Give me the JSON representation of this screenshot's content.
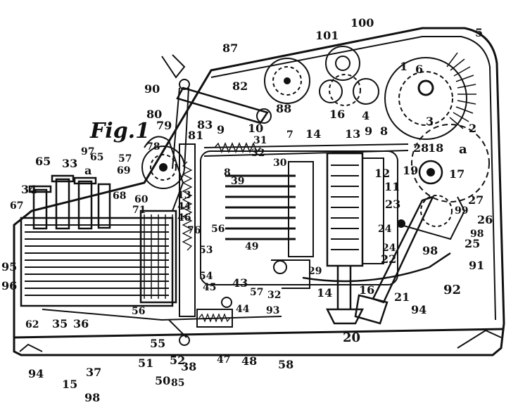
{
  "figure": {
    "title": "Fig.1",
    "ink_color": "#111111",
    "paper_color": "#ffffff"
  },
  "labels": [
    {
      "id": "l100",
      "text": "100"
    },
    {
      "id": "l101",
      "text": "101"
    },
    {
      "id": "l5",
      "text": "5"
    },
    {
      "id": "l1",
      "text": "1"
    },
    {
      "id": "l6",
      "text": "6"
    },
    {
      "id": "l3",
      "text": "3"
    },
    {
      "id": "l2",
      "text": "2"
    },
    {
      "id": "l87",
      "text": "87"
    },
    {
      "id": "l82",
      "text": "82"
    },
    {
      "id": "l90",
      "text": "90"
    },
    {
      "id": "l88",
      "text": "88"
    },
    {
      "id": "l80",
      "text": "80"
    },
    {
      "id": "l83",
      "text": "83"
    },
    {
      "id": "l79",
      "text": "79"
    },
    {
      "id": "l81",
      "text": "81"
    },
    {
      "id": "l9a",
      "text": "9"
    },
    {
      "id": "l10",
      "text": "10"
    },
    {
      "id": "l31",
      "text": "31"
    },
    {
      "id": "l7",
      "text": "7"
    },
    {
      "id": "l14a",
      "text": "14"
    },
    {
      "id": "l16a",
      "text": "16"
    },
    {
      "id": "l13a",
      "text": "13"
    },
    {
      "id": "l4",
      "text": "4"
    },
    {
      "id": "l9b",
      "text": "9"
    },
    {
      "id": "l8a",
      "text": "8"
    },
    {
      "id": "l18",
      "text": "18"
    },
    {
      "id": "la1",
      "text": "a"
    },
    {
      "id": "l28",
      "text": "28"
    },
    {
      "id": "l19",
      "text": "19"
    },
    {
      "id": "l17",
      "text": "17"
    },
    {
      "id": "l32a",
      "text": "32"
    },
    {
      "id": "l30",
      "text": "30"
    },
    {
      "id": "l12",
      "text": "12"
    },
    {
      "id": "l11",
      "text": "11"
    },
    {
      "id": "l8b",
      "text": "8"
    },
    {
      "id": "l39",
      "text": "39"
    },
    {
      "id": "l78",
      "text": "78"
    },
    {
      "id": "l57a",
      "text": "57"
    },
    {
      "id": "l69",
      "text": "69"
    },
    {
      "id": "l65a",
      "text": "65"
    },
    {
      "id": "l33",
      "text": "33"
    },
    {
      "id": "l97",
      "text": "97"
    },
    {
      "id": "l65b",
      "text": "65"
    },
    {
      "id": "la2",
      "text": "a"
    },
    {
      "id": "l34",
      "text": "34"
    },
    {
      "id": "l67",
      "text": "67"
    },
    {
      "id": "l68",
      "text": "68"
    },
    {
      "id": "l60",
      "text": "60"
    },
    {
      "id": "l71",
      "text": "71"
    },
    {
      "id": "l13b",
      "text": "13"
    },
    {
      "id": "l44a",
      "text": "44"
    },
    {
      "id": "l46",
      "text": "46"
    },
    {
      "id": "l76",
      "text": "76"
    },
    {
      "id": "l56a",
      "text": "56"
    },
    {
      "id": "l53",
      "text": "53"
    },
    {
      "id": "l49",
      "text": "49"
    },
    {
      "id": "l23",
      "text": "23"
    },
    {
      "id": "l24a",
      "text": "24"
    },
    {
      "id": "l27",
      "text": "27"
    },
    {
      "id": "l99",
      "text": "99"
    },
    {
      "id": "l26",
      "text": "26"
    },
    {
      "id": "l98a",
      "text": "98"
    },
    {
      "id": "l25",
      "text": "25"
    },
    {
      "id": "l24b",
      "text": "24"
    },
    {
      "id": "l22",
      "text": "22"
    },
    {
      "id": "l98b",
      "text": "98"
    },
    {
      "id": "l91",
      "text": "91"
    },
    {
      "id": "l92",
      "text": "92"
    },
    {
      "id": "l95",
      "text": "95"
    },
    {
      "id": "l96",
      "text": "96"
    },
    {
      "id": "l54",
      "text": "54"
    },
    {
      "id": "l45",
      "text": "45"
    },
    {
      "id": "l43",
      "text": "43"
    },
    {
      "id": "l29",
      "text": "29"
    },
    {
      "id": "l57b",
      "text": "57"
    },
    {
      "id": "l32b",
      "text": "32"
    },
    {
      "id": "l14b",
      "text": "14"
    },
    {
      "id": "l16b",
      "text": "16"
    },
    {
      "id": "l21",
      "text": "21"
    },
    {
      "id": "l94a",
      "text": "94"
    },
    {
      "id": "l44b",
      "text": "44"
    },
    {
      "id": "l93",
      "text": "93"
    },
    {
      "id": "l56b",
      "text": "56"
    },
    {
      "id": "l62",
      "text": "62"
    },
    {
      "id": "l35",
      "text": "35"
    },
    {
      "id": "l36",
      "text": "36"
    },
    {
      "id": "l55",
      "text": "55"
    },
    {
      "id": "l51",
      "text": "51"
    },
    {
      "id": "l47",
      "text": "47"
    },
    {
      "id": "l48",
      "text": "48"
    },
    {
      "id": "l58",
      "text": "58"
    },
    {
      "id": "l20",
      "text": "20"
    },
    {
      "id": "l94b",
      "text": "94"
    },
    {
      "id": "l15",
      "text": "15"
    },
    {
      "id": "l37",
      "text": "37"
    },
    {
      "id": "l52",
      "text": "52"
    },
    {
      "id": "l50",
      "text": "50"
    },
    {
      "id": "l38",
      "text": "38"
    },
    {
      "id": "l85",
      "text": "85"
    },
    {
      "id": "l98c",
      "text": "98"
    }
  ]
}
